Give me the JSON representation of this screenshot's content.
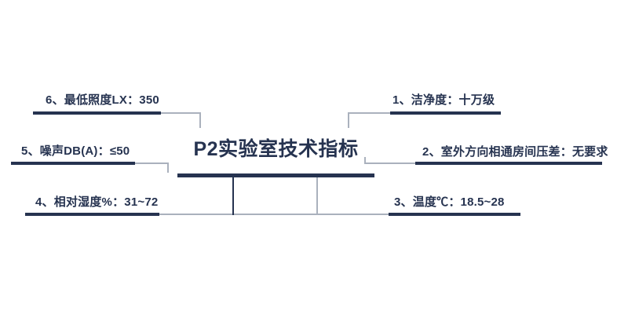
{
  "title": {
    "text": "P2实验室技术指标"
  },
  "items": [
    {
      "num": "1",
      "label": "1、洁净度：十万级"
    },
    {
      "num": "2",
      "label": "2、室外方向相通房间压差：无要求"
    },
    {
      "num": "3",
      "label": "3、温度℃：18.5~28"
    },
    {
      "num": "4",
      "label": "4、相对湿度%：31~72"
    },
    {
      "num": "5",
      "label": "5、噪声DB(A)：≤50"
    },
    {
      "num": "6",
      "label": "6、最低照度LX：350"
    }
  ],
  "colors": {
    "navy": "#263350",
    "gray": "#aab1bd",
    "background": "#ffffff"
  }
}
